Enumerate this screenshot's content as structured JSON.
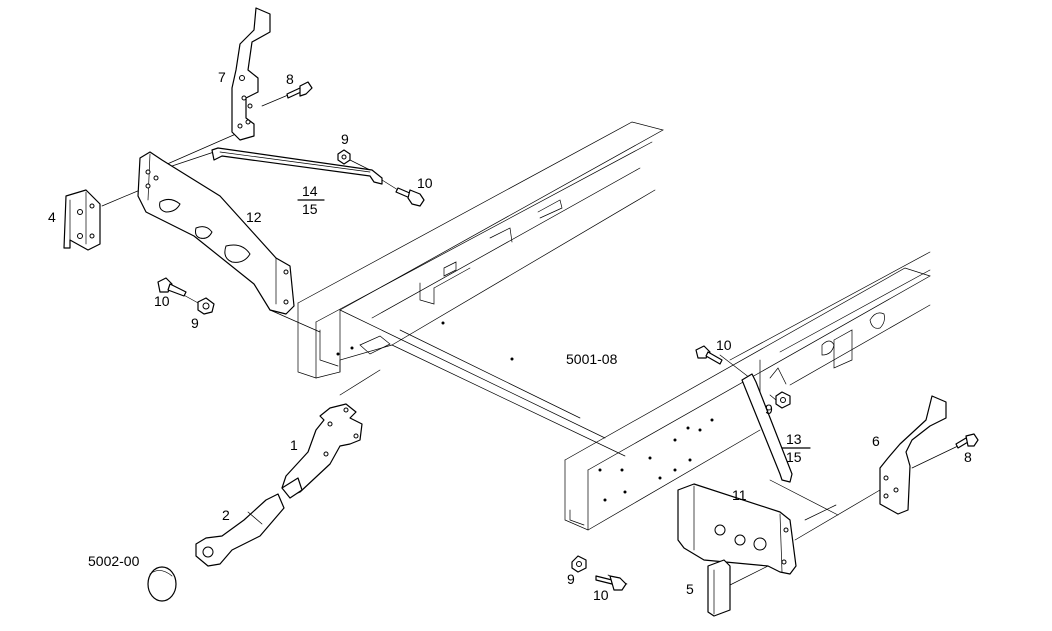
{
  "labels": {
    "bracket_left_upper": "7",
    "bolt_top": "8",
    "nut_upper": "9",
    "bolt_upper": "10",
    "strut_upper_num": "14",
    "strut_upper_den": "15",
    "plate_left": "4",
    "crossmember_left": "12",
    "bolt_left_lower": "10",
    "nut_left_lower": "9",
    "frame_ref": "5001-08",
    "bolt_right_upper": "10",
    "nut_right_upper": "9",
    "strut_right_num": "13",
    "strut_right_den": "15",
    "bracket_right": "6",
    "bolt_right": "8",
    "coupling": "1",
    "drawbar": "2",
    "cap_ref": "5002-00",
    "crossmember_right": "11",
    "nut_bottom": "9",
    "bolt_bottom": "10",
    "spacer": "5"
  }
}
